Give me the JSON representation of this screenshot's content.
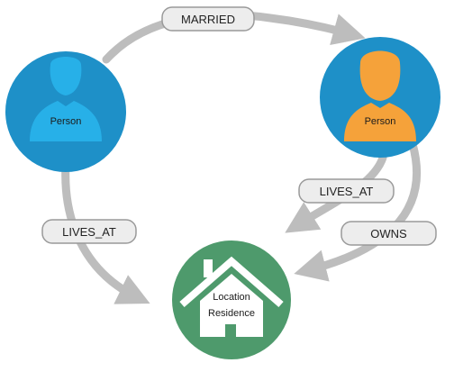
{
  "nodes": {
    "person_left": {
      "label": "Person",
      "circle_color": "#1e90c8",
      "silhouette_color": "#27b0e8"
    },
    "person_right": {
      "label": "Person",
      "circle_color": "#1e90c8",
      "silhouette_color": "#f5a23a"
    },
    "location": {
      "label_line1": "Location",
      "label_line2": "Residence",
      "circle_color": "#4e9a6c",
      "house_color": "#ffffff"
    }
  },
  "edges": {
    "married": {
      "label": "MARRIED"
    },
    "lives_at_left": {
      "label": "LIVES_AT"
    },
    "lives_at_right": {
      "label": "LIVES_AT"
    },
    "owns": {
      "label": "OWNS"
    }
  },
  "colors": {
    "edge": "#bdbdbd",
    "label_fill": "#ededed",
    "label_stroke": "#9a9a9a"
  }
}
